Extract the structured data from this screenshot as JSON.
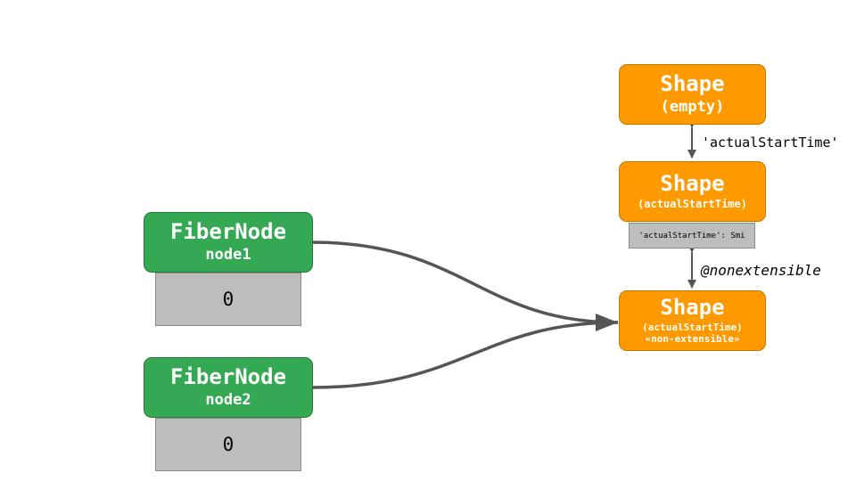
{
  "nodes": {
    "fiber1": {
      "title": "FiberNode",
      "name": "node1",
      "value": "0"
    },
    "fiber2": {
      "title": "FiberNode",
      "name": "node2",
      "value": "0"
    },
    "shape_empty": {
      "title": "Shape",
      "sub": "(empty)"
    },
    "shape_mid": {
      "title": "Shape",
      "sub": "(actualStartTime)",
      "field": "'actualStartTime': Smi"
    },
    "shape_final": {
      "title": "Shape",
      "sub": "(actualStartTime)",
      "sub2": "«non-extensible»"
    }
  },
  "edges": {
    "transition_label": "'actualStartTime'",
    "nonextensible_label": "@nonextensible"
  },
  "colors": {
    "fiber_green": "#34a853",
    "shape_orange": "#ff9900",
    "field_gray": "#bdbdbd",
    "edge_gray": "#555555"
  }
}
